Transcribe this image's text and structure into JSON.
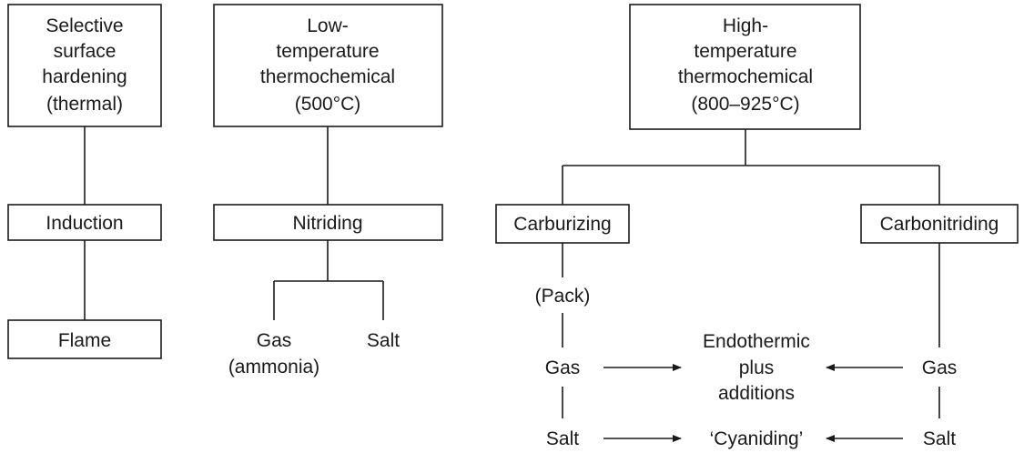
{
  "selective": {
    "title_lines": [
      "Selective",
      "surface",
      "hardening",
      "(thermal)"
    ],
    "induction": "Induction",
    "flame": "Flame"
  },
  "low_temp": {
    "title_lines": [
      "Low-",
      "temperature",
      "thermochemical",
      "(500°C)"
    ],
    "nitriding": "Nitriding",
    "gas_lines": [
      "Gas",
      "(ammonia)"
    ],
    "salt": "Salt"
  },
  "high_temp": {
    "title_lines": [
      "High-",
      "temperature",
      "thermochemical",
      "(800–925°C)"
    ],
    "carburizing": "Carburizing",
    "carbonitriding": "Carbonitriding",
    "pack": "(Pack)",
    "carb_gas": "Gas",
    "carb_salt": "Salt",
    "endo_lines": [
      "Endothermic",
      "plus",
      "additions"
    ],
    "cyaniding": "‘Cyaniding’",
    "cn_gas": "Gas",
    "cn_salt": "Salt"
  }
}
